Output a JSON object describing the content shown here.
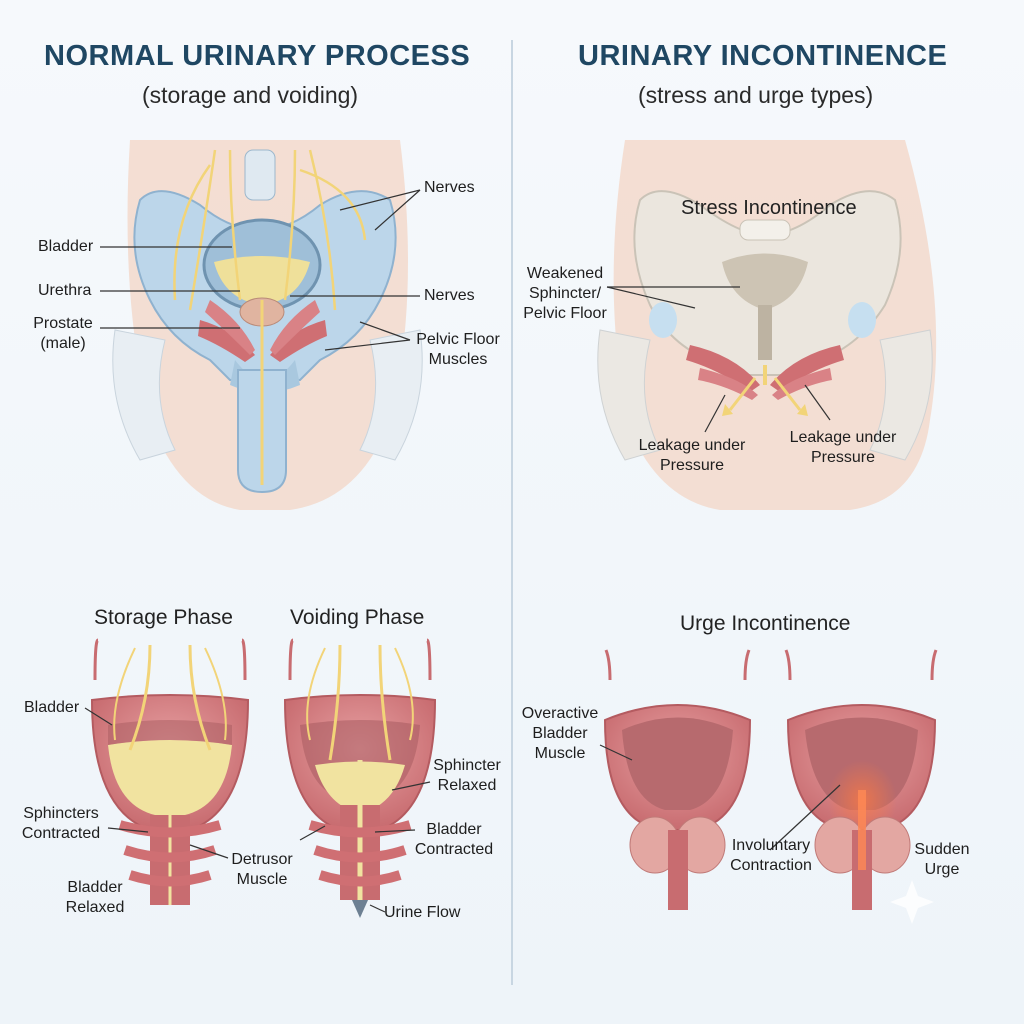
{
  "left": {
    "title": "NORMAL URINARY PROCESS",
    "subtitle": "(storage and voiding)",
    "anatomy_labels": {
      "nerves_top": "Nerves",
      "bladder": "Bladder",
      "urethra": "Urethra",
      "nerves_mid": "Nerves",
      "prostate": [
        "Prostate",
        "(male)"
      ],
      "pelvic_floor": [
        "Pelvic Floor",
        "Muscles"
      ]
    },
    "storage_phase": {
      "title": "Storage Phase",
      "bladder": "Bladder",
      "sphincters": [
        "Sphincters",
        "Contracted"
      ],
      "detrusor": [
        "Detrusor",
        "Muscle"
      ],
      "bladder_relaxed": [
        "Bladder",
        "Relaxed"
      ]
    },
    "voiding_phase": {
      "title": "Voiding Phase",
      "sphincter_relaxed": [
        "Sphincter",
        "Relaxed"
      ],
      "bladder_contracted": [
        "Bladder",
        "Contracted"
      ],
      "urine_flow": "Urine Flow"
    }
  },
  "right": {
    "title": "URINARY INCONTINENCE",
    "subtitle": "(stress and urge types)",
    "stress": {
      "title": "Stress Incontinence",
      "weakened": [
        "Weakened",
        "Sphincter/",
        "Pelvic Floor"
      ],
      "leakage_left": [
        "Leakage under",
        "Pressure"
      ],
      "leakage_right": [
        "Leakage under",
        "Pressure"
      ]
    },
    "urge": {
      "title": "Urge Incontinence",
      "overactive": [
        "Overactive",
        "Bladder",
        "Muscle"
      ],
      "involuntary": [
        "Involuntary",
        "Contraction"
      ],
      "sudden": [
        "Sudden",
        "Urge"
      ]
    }
  },
  "colors": {
    "title": "#1f4763",
    "skin": "#f4d9c9",
    "bone": "#b9d4e8",
    "nerve": "#f2d478",
    "muscle": "#cf6f73",
    "urine": "#f1e3a0"
  }
}
